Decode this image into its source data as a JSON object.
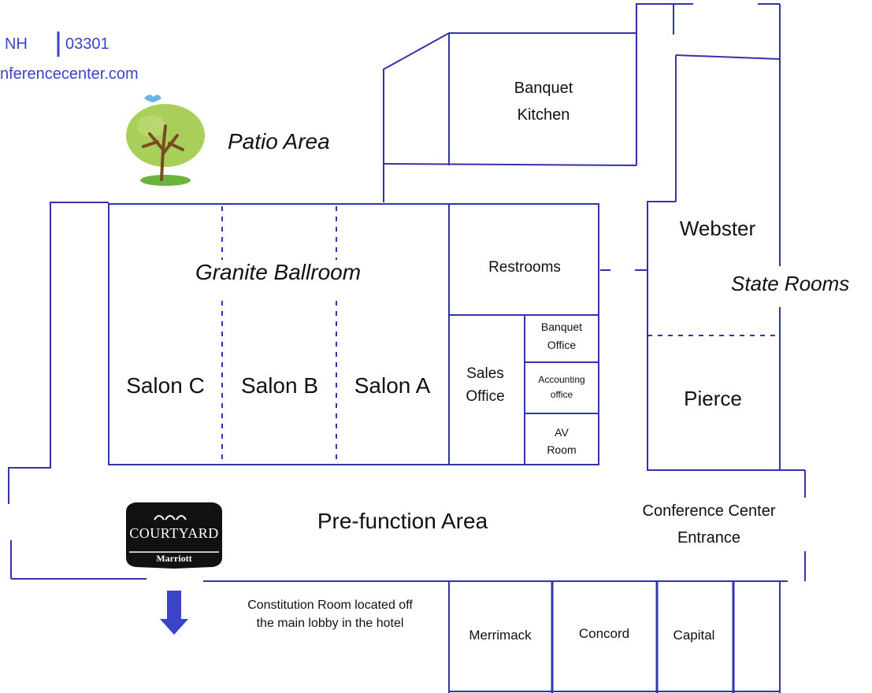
{
  "header": {
    "state": "NH",
    "zip": "03301",
    "website": "nferencecenter.com"
  },
  "areas": {
    "patio": "Patio Area",
    "banquet_kitchen": [
      "Banquet",
      "Kitchen"
    ],
    "granite_ballroom": "Granite Ballroom",
    "salon_c": "Salon C",
    "salon_b": "Salon B",
    "salon_a": "Salon A",
    "restrooms": "Restrooms",
    "sales_office": [
      "Sales",
      "Office"
    ],
    "banquet_office": [
      "Banquet",
      "Office"
    ],
    "accounting_office": [
      "Accounting",
      "office"
    ],
    "av_room": [
      "AV",
      "Room"
    ],
    "webster": "Webster",
    "state_rooms": "State Rooms",
    "pierce": "Pierce",
    "prefunction": "Pre-function Area",
    "entrance": [
      "Conference Center",
      "Entrance"
    ],
    "merrimack": "Merrimack",
    "concord": "Concord",
    "capital": "Capital"
  },
  "note": {
    "line1": "Constitution Room located off",
    "line2": "the main lobby in the hotel"
  },
  "logo": {
    "brand": "COURTYARD",
    "sub": "Marriott"
  },
  "colors": {
    "walls": "#3333aa",
    "blue_text": "#3a44c8",
    "arrow": "#3a44c8",
    "tree_foliage": "#a8cf5a",
    "grass": "#6cb33e",
    "logo_bg": "#111111"
  },
  "icons": [
    "tree-icon",
    "bird-icon",
    "down-arrow-icon",
    "courtyard-marriott-logo"
  ]
}
